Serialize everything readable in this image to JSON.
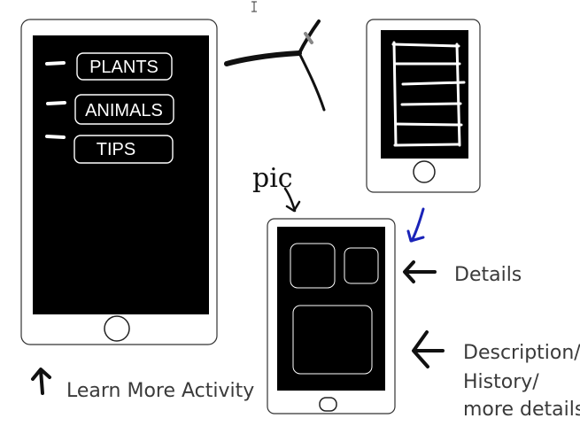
{
  "phone1": {
    "menu": [
      {
        "label": "PLANTS"
      },
      {
        "label": "ANIMALS"
      },
      {
        "label": "TIPS"
      }
    ]
  },
  "annotations": {
    "caption": "Learn More Activity",
    "pic": "pic",
    "details": "Details",
    "description_lines": [
      "Description/",
      "History/",
      "more details"
    ]
  },
  "colors": {
    "screen": "#000000",
    "outline": "#333333",
    "ink": "#111111",
    "accent_arrow": "#1a23b8",
    "label_text": "#3a3a3a"
  },
  "icons": [
    "pinwheel-sketch",
    "list-lines-sketch",
    "left-arrow",
    "up-arrow",
    "down-arrow"
  ]
}
